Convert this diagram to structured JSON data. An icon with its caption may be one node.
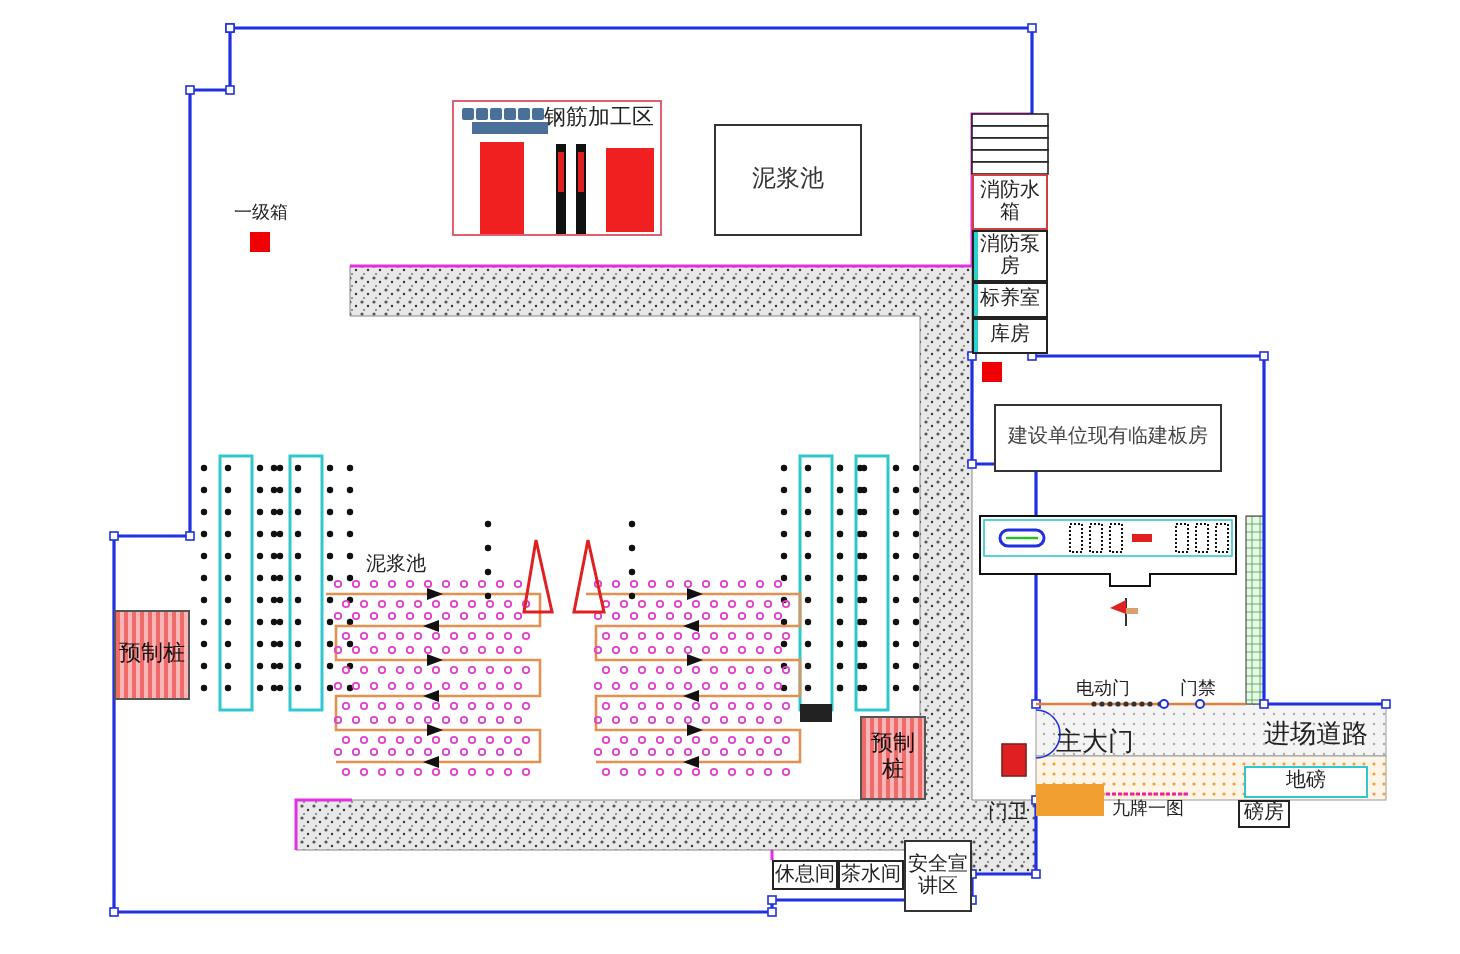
{
  "diagram": {
    "nodes": [
      {
        "text": [
          "钢筋加工区"
        ]
      },
      {
        "text": [
          "泥浆池"
        ]
      },
      {
        "text": [
          "消防水箱"
        ]
      },
      {
        "text": [
          "消防泵房"
        ]
      },
      {
        "text": [
          "标养室"
        ]
      },
      {
        "text": [
          "库房"
        ]
      },
      {
        "text": [
          "建设单位现有临建板房"
        ]
      },
      {
        "text": [
          "泥浆池"
        ]
      },
      {
        "text": [
          "预制桩"
        ]
      },
      {
        "text": [
          "预制桩"
        ]
      },
      {
        "text": [
          "地磅"
        ]
      },
      {
        "text": [
          "磅房"
        ]
      },
      {
        "text": [
          "休息间"
        ]
      },
      {
        "text": [
          "茶水间"
        ]
      },
      {
        "text": [
          "安全宣讲区"
        ]
      }
    ],
    "labels": [
      "一级箱",
      "电动门",
      "门禁",
      "主大门",
      "进场道路",
      "门卫",
      "九牌一图"
    ]
  }
}
